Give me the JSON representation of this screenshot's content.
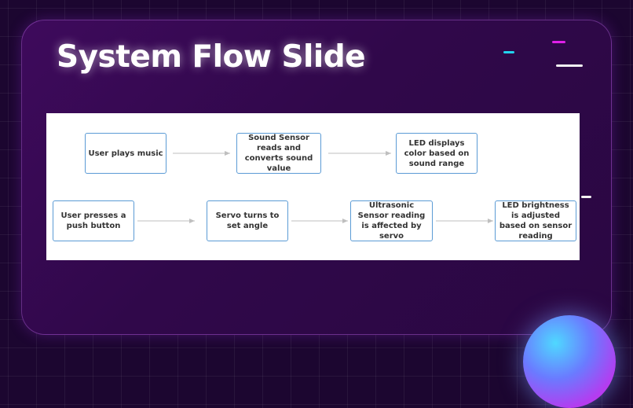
{
  "slide": {
    "title": "System Flow Slide"
  },
  "colors": {
    "background": "#1c0630",
    "card": "#3e0a5c",
    "node_border": "#5b9bd5",
    "arrow": "#bfbfbf",
    "accent_cyan": "#22d3ee",
    "accent_magenta": "#e020e8"
  },
  "flow": {
    "row1": [
      {
        "id": "play-music",
        "label": "User plays music"
      },
      {
        "id": "sound-sensor",
        "label": "Sound Sensor reads and converts sound value"
      },
      {
        "id": "led-color",
        "label": "LED displays color based on sound range"
      }
    ],
    "row2": [
      {
        "id": "push-button",
        "label": "User presses a push button"
      },
      {
        "id": "servo",
        "label": "Servo turns to set angle"
      },
      {
        "id": "ultrasonic",
        "label": "Ultrasonic Sensor reading is affected by servo"
      },
      {
        "id": "led-brightness",
        "label": "LED brightness is adjusted based on sensor reading"
      }
    ],
    "edges": [
      [
        "play-music",
        "sound-sensor"
      ],
      [
        "sound-sensor",
        "led-color"
      ],
      [
        "push-button",
        "servo"
      ],
      [
        "servo",
        "ultrasonic"
      ],
      [
        "ultrasonic",
        "led-brightness"
      ]
    ]
  }
}
